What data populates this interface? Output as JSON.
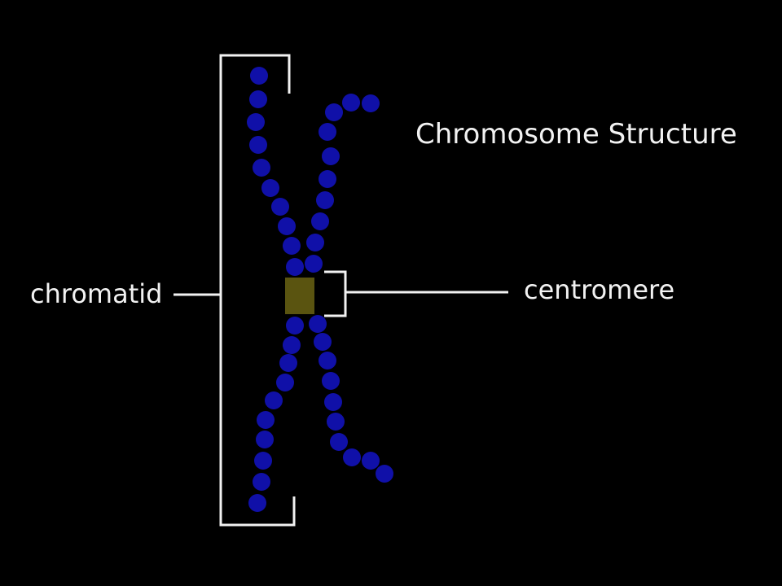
{
  "title": "Chromosome Structure",
  "labels": {
    "chromatid": "chromatid",
    "centromere": "centromere"
  },
  "colors": {
    "background": "#000000",
    "strand_bead": "#1010a8",
    "centromere": "#5a5410",
    "line": "#f2f2f2",
    "text": "#f2f2f2"
  }
}
